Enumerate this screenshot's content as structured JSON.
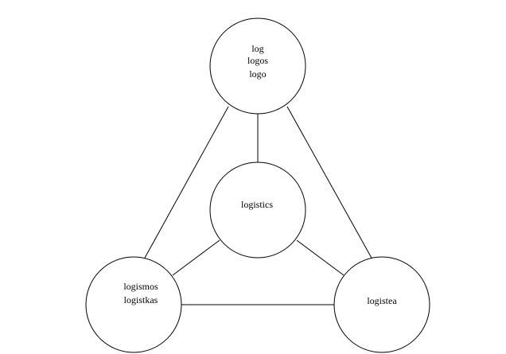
{
  "diagram": {
    "nodes": [
      {
        "id": "top",
        "lines": [
          "log",
          "logos",
          "logo"
        ]
      },
      {
        "id": "center",
        "lines": [
          "logistics"
        ]
      },
      {
        "id": "left",
        "lines": [
          "logismos",
          "logistkas"
        ]
      },
      {
        "id": "right",
        "lines": [
          "logistea"
        ]
      }
    ],
    "edges": [
      {
        "from": "top",
        "to": "center"
      },
      {
        "from": "top",
        "to": "left"
      },
      {
        "from": "top",
        "to": "right"
      },
      {
        "from": "left",
        "to": "right"
      },
      {
        "from": "center",
        "to": "left"
      },
      {
        "from": "center",
        "to": "right"
      }
    ],
    "colors": {
      "stroke": "#000000",
      "fill": "#ffffff",
      "text": "#000000"
    }
  }
}
